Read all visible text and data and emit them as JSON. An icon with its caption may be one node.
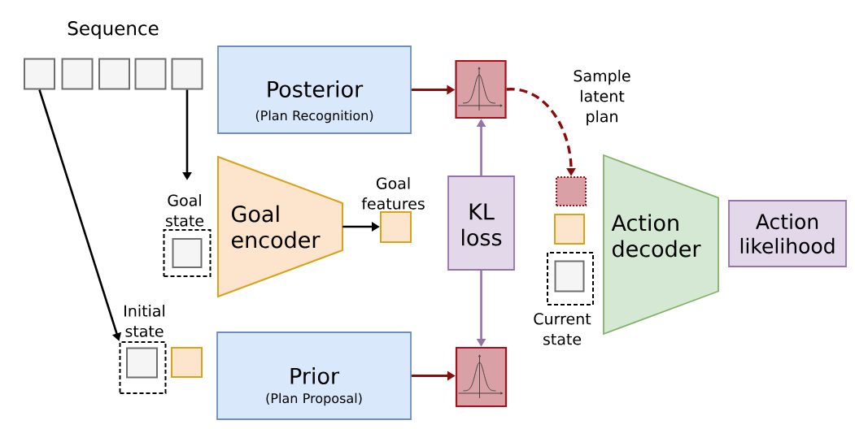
{
  "diagram": {
    "nodes": [
      {
        "text": [],
        "shape": "box"
      },
      {
        "text": [],
        "shape": "box"
      },
      {
        "text": [],
        "shape": "box"
      },
      {
        "text": [],
        "shape": "box"
      },
      {
        "text": [],
        "shape": "box"
      },
      {
        "text": [
          "Posterior",
          "(Plan Recognition)"
        ]
      },
      {
        "text": [],
        "shape": "box"
      },
      {
        "text": [
          "Goal state"
        ]
      },
      {
        "text": [],
        "shape": "box",
        "in": 7
      },
      {
        "text": [
          "Goal encoder"
        ]
      },
      {
        "text": [
          "Goal features"
        ]
      },
      {
        "text": [
          "KL loss"
        ]
      },
      {
        "text": [],
        "shape": "box"
      },
      {
        "text": [
          "Action decoder"
        ]
      },
      {
        "text": [
          "Action likelihood"
        ]
      },
      {
        "text": [],
        "shape": "box"
      },
      {
        "text": [
          "Current state"
        ]
      },
      {
        "text": [],
        "shape": "box",
        "in": 16
      },
      {
        "text": [
          "Initial state"
        ]
      },
      {
        "text": [],
        "shape": "box",
        "in": 18
      },
      {
        "text": [],
        "shape": "box"
      },
      {
        "text": [
          "Prior",
          "(Plan Proposal)"
        ]
      },
      {
        "text": [],
        "shape": "box"
      }
    ],
    "edges": [
      {
        "from": 4,
        "to": 7,
        "arrow": "to"
      },
      {
        "from": 0,
        "to": 18,
        "arrow": "to"
      },
      {
        "from": 5,
        "to": 6,
        "arrow": "to",
        "color": "#8b0b0b"
      },
      {
        "from": 9,
        "to": 10,
        "arrow": "to"
      },
      {
        "from": 11,
        "to": 6,
        "arrow": "to",
        "color": "#9673a6"
      },
      {
        "from": 11,
        "to": 22,
        "arrow": "to",
        "color": "#9673a6"
      },
      {
        "from": 21,
        "to": 22,
        "arrow": "to",
        "color": "#8b0b0b"
      },
      {
        "from": 6,
        "to": 12,
        "arrow": "to",
        "style": "dashed",
        "color": "#8b0b0b",
        "label": "Sample latent plan"
      }
    ],
    "labels": [
      "Sequence"
    ]
  }
}
